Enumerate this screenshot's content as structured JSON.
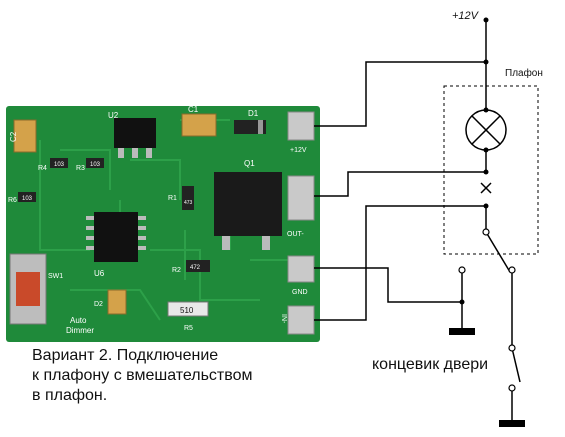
{
  "diagram": {
    "supply_label": "+12V",
    "lamp_label": "Плафон",
    "switch_label": "концевик двери",
    "caption_lines": [
      "Вариант 2. Подключение",
      "к плафону с вмешательством",
      "в плафон."
    ]
  },
  "board": {
    "components": {
      "c1": "C1",
      "c2": "C2",
      "d1": "D1",
      "d2": "D2",
      "u2": "U2",
      "u6": "U6",
      "q1": "Q1",
      "r1": "R1",
      "r2": "R2",
      "r3": "R3",
      "r4": "R4",
      "r5": "R5",
      "r6": "R6",
      "sw1": "SW1"
    },
    "resistor_codes": {
      "r1_code": "473",
      "r2_code": "472",
      "r3_code": "103",
      "r4_code": "103",
      "r5_code": "510",
      "r6_code": "103"
    },
    "terminals": {
      "plus12v": "+12V",
      "out_minus": "OUT-",
      "gnd": "GND",
      "in_minus": "IN-"
    },
    "silkscreen": {
      "line1": "Auto",
      "line2": "Dimmer"
    }
  },
  "colors": {
    "pcb": "#1f8a3a",
    "pcb_dark": "#146a2c",
    "trace": "#2fa34b",
    "pad": "#c9c9c9",
    "wire": "#000000"
  }
}
